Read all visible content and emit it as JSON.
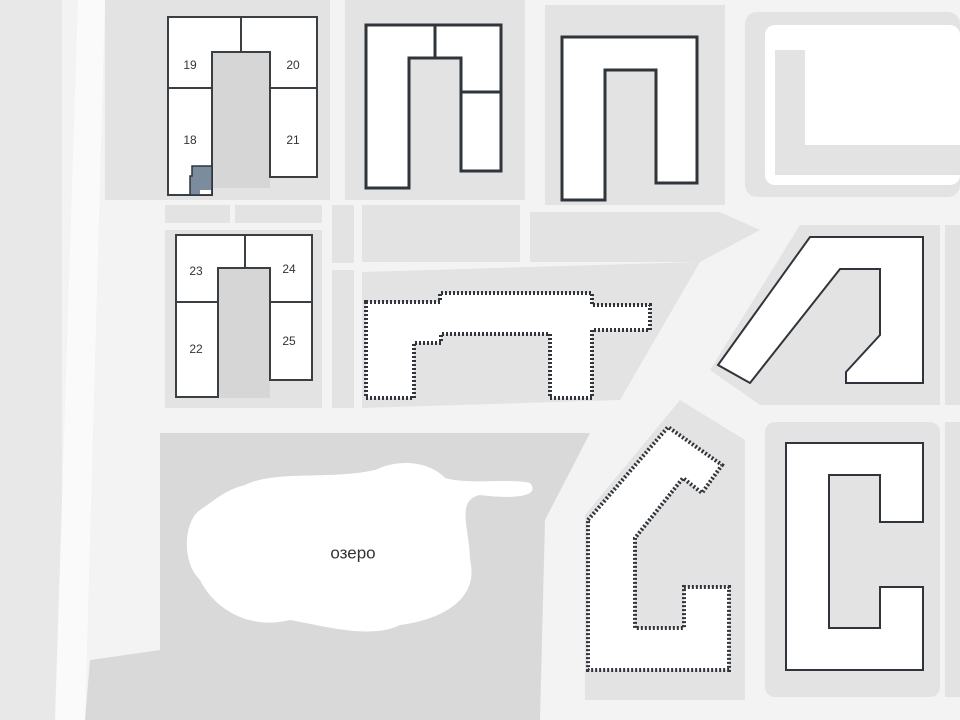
{
  "sections": [
    {
      "number": "19"
    },
    {
      "number": "20"
    },
    {
      "number": "18"
    },
    {
      "number": "21"
    },
    {
      "number": "23"
    },
    {
      "number": "24"
    },
    {
      "number": "22"
    },
    {
      "number": "25"
    }
  ],
  "lake": {
    "label": "озеро"
  },
  "colors": {
    "building_outline": "#2f353b",
    "selected": "#7b8c9e",
    "block": "#e3e3e3",
    "road": "#f3f3f3"
  }
}
